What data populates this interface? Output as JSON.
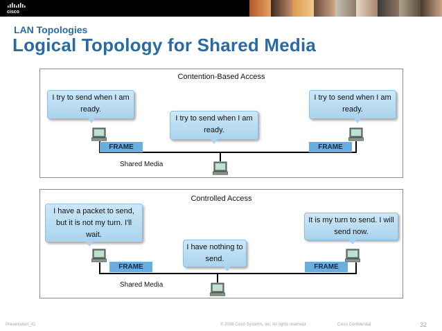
{
  "header": {
    "logo_text": "cisco",
    "photos": [
      "photo-1",
      "photo-2",
      "photo-3",
      "photo-4",
      "photo-5",
      "photo-6",
      "photo-7",
      "photo-8",
      "photo-9"
    ]
  },
  "slide": {
    "subtitle": "LAN Topologies",
    "title": "Logical Topology for Shared Media"
  },
  "panels": {
    "contention": {
      "title": "Contention-Based Access",
      "bubble_left": "I try to send when I am ready.",
      "bubble_middle": "I try to send when I am ready.",
      "bubble_right": "I try to send when I am ready.",
      "frame_left": "FRAME",
      "frame_right": "FRAME",
      "media_label": "Shared Media"
    },
    "controlled": {
      "title": "Controlled Access",
      "bubble_left": "I have a packet to send, but it is not my turn. I'll wait.",
      "bubble_middle": "I have nothing to send.",
      "bubble_right": "It is my turn to send. I will send now.",
      "frame_left": "FRAME",
      "frame_right": "FRAME",
      "media_label": "Shared Media"
    }
  },
  "footer": {
    "presentation_id": "Presentation_ID",
    "copyright": "© 2008 Cisco Systems, Inc. All rights reserved.",
    "confidential": "Cisco Confidential",
    "page_number": "32"
  },
  "colors": {
    "title_blue": "#2a6aa3",
    "bubble_fill": "#a9d3ee",
    "frame_fill": "#6aaee0"
  }
}
